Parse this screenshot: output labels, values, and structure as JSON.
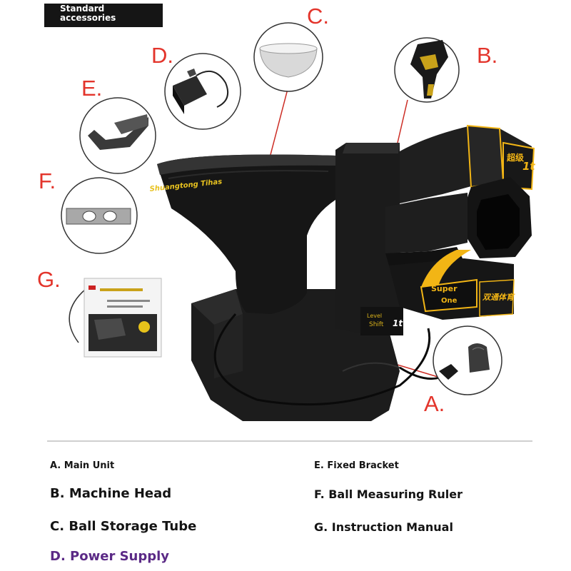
{
  "header": {
    "badge_line1": "Standard",
    "badge_line2": "accessories"
  },
  "callouts": {
    "a": "A.",
    "b": "B.",
    "c": "C.",
    "d": "D.",
    "e": "E.",
    "f": "F.",
    "g": "G."
  },
  "product_markings": {
    "hopper_text": "Shuangtong Tihas",
    "panel_chinese": "超级",
    "panel_brand": "Super",
    "panel_model": "One",
    "side_chinese": "双通体育",
    "level": "Level",
    "shift": "Shift",
    "model_suffix": "1t"
  },
  "legend": {
    "left": [
      {
        "text": "A. Main Unit",
        "color": "#141414"
      },
      {
        "text": "B. Machine Head",
        "color": "#141414"
      },
      {
        "text": "C. Ball Storage Tube",
        "color": "#141414"
      },
      {
        "text": "D. Power Supply",
        "color": "#5b2a86"
      }
    ],
    "right": [
      {
        "text": "E. Fixed Bracket",
        "color": "#141414"
      },
      {
        "text": "F. Ball Measuring Ruler",
        "color": "#141414"
      },
      {
        "text": "G. Instruction Manual",
        "color": "#141414"
      }
    ]
  },
  "colors": {
    "callout_red": "#e3342b",
    "machine_black": "#1a1a1a",
    "accent_yellow": "#f2b515"
  }
}
